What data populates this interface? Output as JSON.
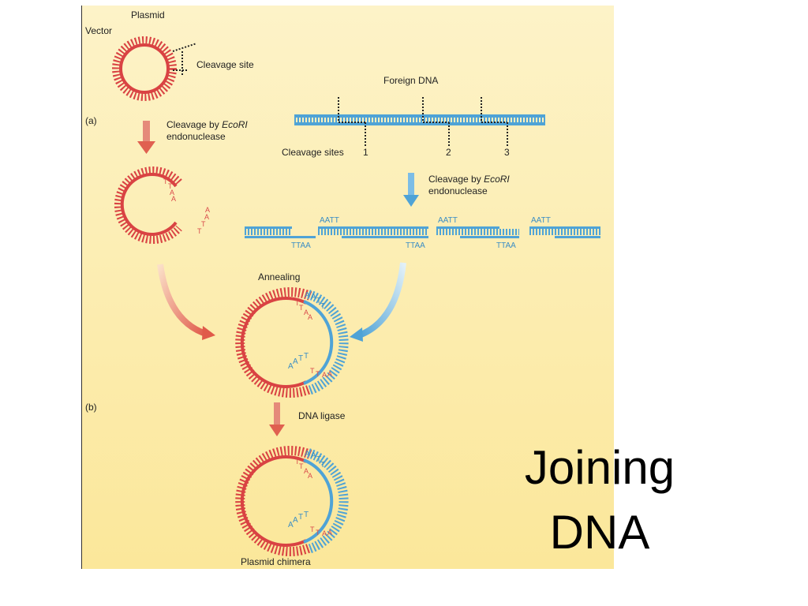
{
  "slide": {
    "title_line1": "Joining",
    "title_line2": "DNA"
  },
  "diagram": {
    "labels": {
      "plasmid": "Plasmid",
      "vector": "Vector",
      "cleavage_site": "Cleavage site",
      "foreign_dna": "Foreign DNA",
      "panel_a": "(a)",
      "panel_b": "(b)",
      "cleavage_by": "Cleavage by",
      "ecori": "EcoRI",
      "endonuclease": "endonuclease",
      "cleavage_sites": "Cleavage sites",
      "site1": "1",
      "site2": "2",
      "site3": "3",
      "annealing": "Annealing",
      "dna_ligase": "DNA ligase",
      "plasmid_chimera": "Plasmid chimera",
      "aatt": "AATT",
      "ttaa": "TTAA",
      "sticky_a": "A",
      "sticky_t": "T"
    },
    "colors": {
      "background_top": "#fdf3c4",
      "background_bottom": "#fbe89a",
      "plasmid_red": "#d94343",
      "foreign_blue": "#4fa3d6",
      "arrow_red": "#e07a6a",
      "arrow_blue": "#6bb5e3"
    }
  }
}
